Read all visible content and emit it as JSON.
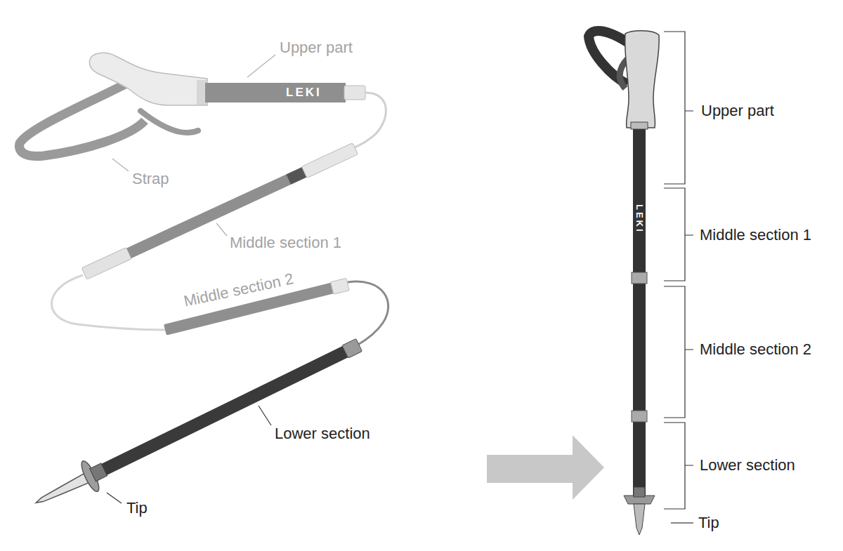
{
  "diagram": {
    "labels": [
      "Upper part",
      "LEKI",
      "Strap",
      "Middle section 1",
      "Middle section 2",
      "Lower section",
      "Tip",
      "Upper part",
      "LEKI",
      "Middle section 1",
      "Middle section 2",
      "Lower section",
      "Tip"
    ]
  }
}
